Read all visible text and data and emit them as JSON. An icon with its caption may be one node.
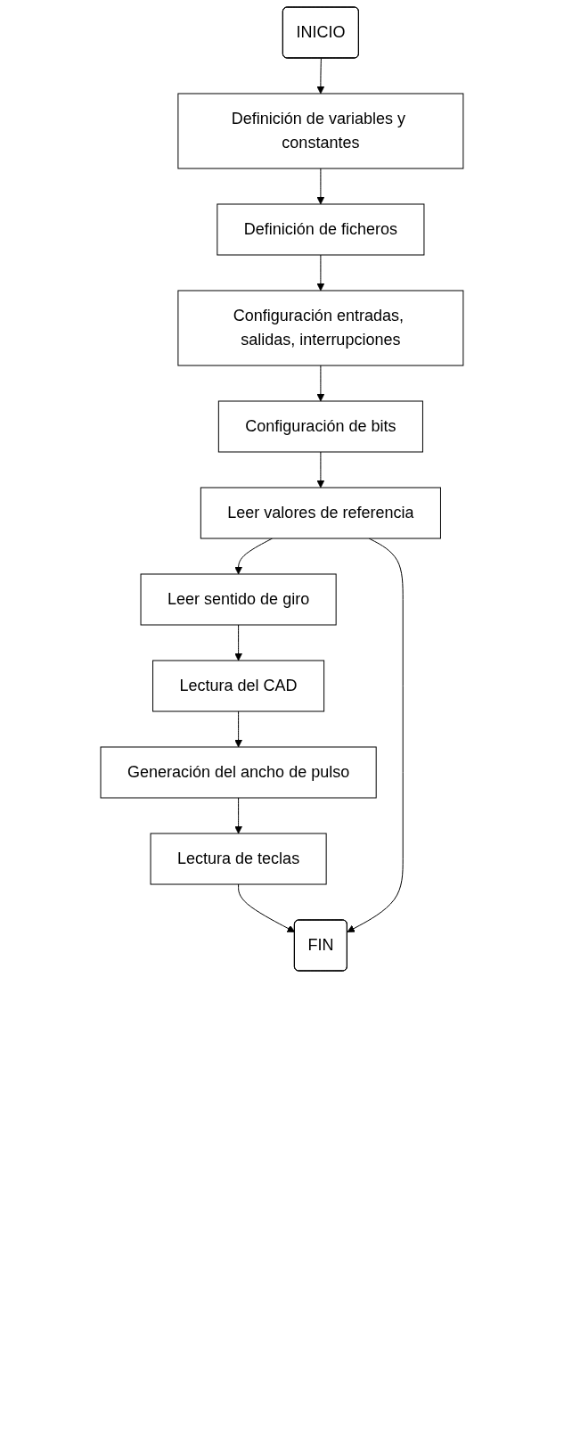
{
  "diagram": {
    "nodes": [
      {
        "text": [
          "INICIO"
        ]
      },
      {
        "text": [
          "Definición de variables y constantes"
        ]
      },
      {
        "text": [
          "Definición de ficheros"
        ]
      },
      {
        "text": [
          "Configuración entradas, salidas, interrupciones"
        ]
      },
      {
        "text": [
          "Configuración de bits"
        ]
      },
      {
        "text": [
          "Leer valores de referencia"
        ]
      },
      {
        "text": [
          "Leer sentido de giro"
        ]
      },
      {
        "text": [
          "Lectura del CAD"
        ]
      },
      {
        "text": [
          "Generación del ancho de pulso"
        ]
      },
      {
        "text": [
          "Lectura de teclas"
        ]
      },
      {
        "text": [
          "FIN"
        ]
      }
    ],
    "edges": [
      {
        "from": 0,
        "to": 1,
        "arrow": "to"
      },
      {
        "from": 1,
        "to": 2,
        "arrow": "to"
      },
      {
        "from": 2,
        "to": 3,
        "arrow": "to"
      },
      {
        "from": 3,
        "to": 4,
        "arrow": "to"
      },
      {
        "from": 4,
        "to": 5,
        "arrow": "to"
      },
      {
        "from": 5,
        "to": 6,
        "arrow": "to"
      },
      {
        "from": 6,
        "to": 7,
        "arrow": "to"
      },
      {
        "from": 7,
        "to": 8,
        "arrow": "to"
      },
      {
        "from": 8,
        "to": 9,
        "arrow": "to"
      },
      {
        "from": 9,
        "to": 10,
        "arrow": "to"
      },
      {
        "from": 5,
        "to": 10,
        "arrow": "to"
      }
    ]
  }
}
